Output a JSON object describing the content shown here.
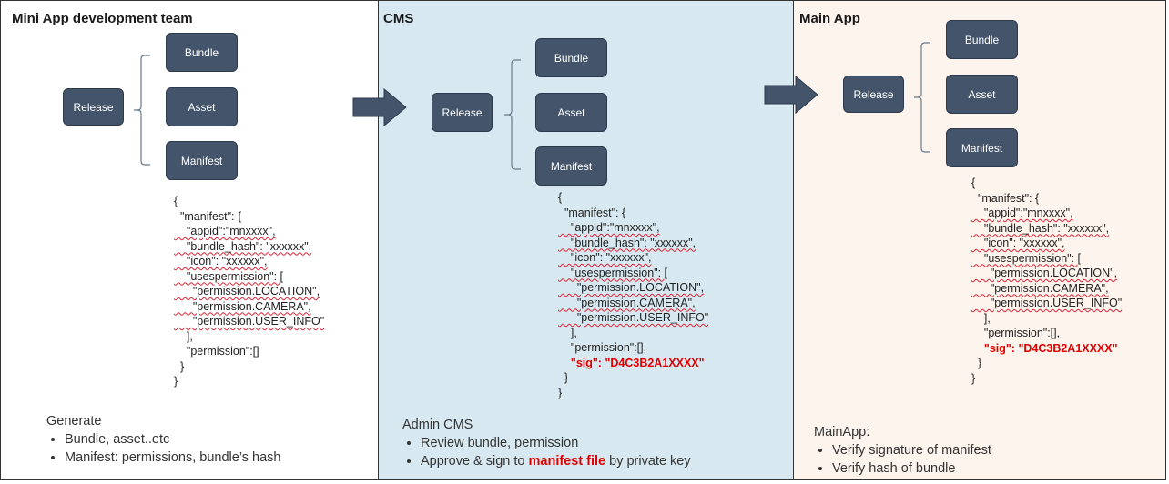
{
  "panels": [
    {
      "title": "Mini App development team",
      "bg": "#ffffff",
      "boxes": {
        "release": "Release",
        "bundle": "Bundle",
        "asset": "Asset",
        "manifest": "Manifest"
      },
      "json_lines": [
        "{",
        "  \"manifest\": {",
        "    \"appid\":\"mnxxxx\",",
        "    \"bundle_hash\": \"xxxxxx\",",
        "    \"icon\": \"xxxxxx\",",
        "    \"usespermission\": [",
        "      \"permission.LOCATION\",",
        "      \"permission.CAMERA\",",
        "      \"permission.USER_INFO\"",
        "    ],",
        "    \"permission\":[]",
        "  }",
        "}"
      ],
      "notes_title": "Generate",
      "notes": [
        "Bundle, asset..etc",
        "Manifest: permissions, bundle’s hash"
      ]
    },
    {
      "title": "CMS",
      "bg": "#d7e8f0",
      "boxes": {
        "release": "Release",
        "bundle": "Bundle",
        "asset": "Asset",
        "manifest": "Manifest"
      },
      "json_lines": [
        "{",
        "  \"manifest\": {",
        "    \"appid\":\"mnxxxx\",",
        "    \"bundle_hash\": \"xxxxxx\",",
        "    \"icon\": \"xxxxxx\",",
        "    \"usespermission\": [",
        "      \"permission.LOCATION\",",
        "      \"permission.CAMERA\",",
        "      \"permission.USER_INFO\"",
        "    ],",
        "    \"permission\":[],",
        "    \"sig\": \"D4C3B2A1XXXX\"",
        "  }",
        "}"
      ],
      "notes_title": "Admin CMS",
      "notes": [
        "Review bundle, permission"
      ],
      "note_rich": {
        "before": "Approve & sign to ",
        "highlight": "manifest file",
        "after": " by private key"
      }
    },
    {
      "title": "Main App",
      "bg": "#fdf4ee",
      "boxes": {
        "release": "Release",
        "bundle": "Bundle",
        "asset": "Asset",
        "manifest": "Manifest"
      },
      "json_lines": [
        "{",
        "  \"manifest\": {",
        "    \"appid\":\"mnxxxx\",",
        "    \"bundle_hash\": \"xxxxxx\",",
        "    \"icon\": \"xxxxxx\",",
        "    \"usespermission\": [",
        "      \"permission.LOCATION\",",
        "      \"permission.CAMERA\",",
        "      \"permission.USER_INFO\"",
        "    ],",
        "    \"permission\":[],",
        "    \"sig\": \"D4C3B2A1XXXX\"",
        "  }",
        "}"
      ],
      "notes_title": "MainApp:",
      "notes": [
        "Verify signature of manifest",
        "Verify hash of bundle"
      ]
    }
  ],
  "colors": {
    "box": "#44546a",
    "highlight": "#e00000",
    "arrow": "#44546a"
  }
}
